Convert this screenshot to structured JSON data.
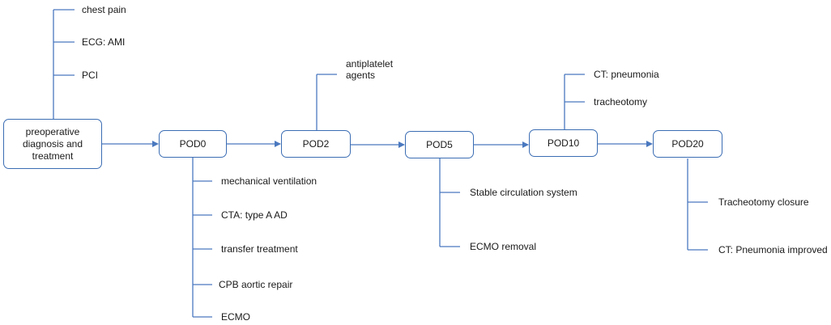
{
  "colors": {
    "line": "#4a78bf",
    "box_border": "#3b6db3"
  },
  "timeline": {
    "preop": {
      "label": "preoperative diagnosis and treatment",
      "events": [
        "chest pain",
        "ECG: AMI",
        "PCI"
      ]
    },
    "pod0": {
      "label": "POD0",
      "events": [
        "mechanical ventilation",
        "CTA: type A AD",
        "transfer treatment",
        "CPB aortic repair",
        "ECMO"
      ]
    },
    "pod2": {
      "label": "POD2",
      "events": [
        "antiplatelet agents"
      ]
    },
    "pod5": {
      "label": "POD5",
      "events": [
        "Stable circulation system",
        "ECMO removal"
      ]
    },
    "pod10": {
      "label": "POD10",
      "events": [
        "CT: pneumonia",
        "tracheotomy"
      ]
    },
    "pod20": {
      "label": "POD20",
      "events": [
        "Tracheotomy closure",
        "CT: Pneumonia improved"
      ]
    }
  }
}
